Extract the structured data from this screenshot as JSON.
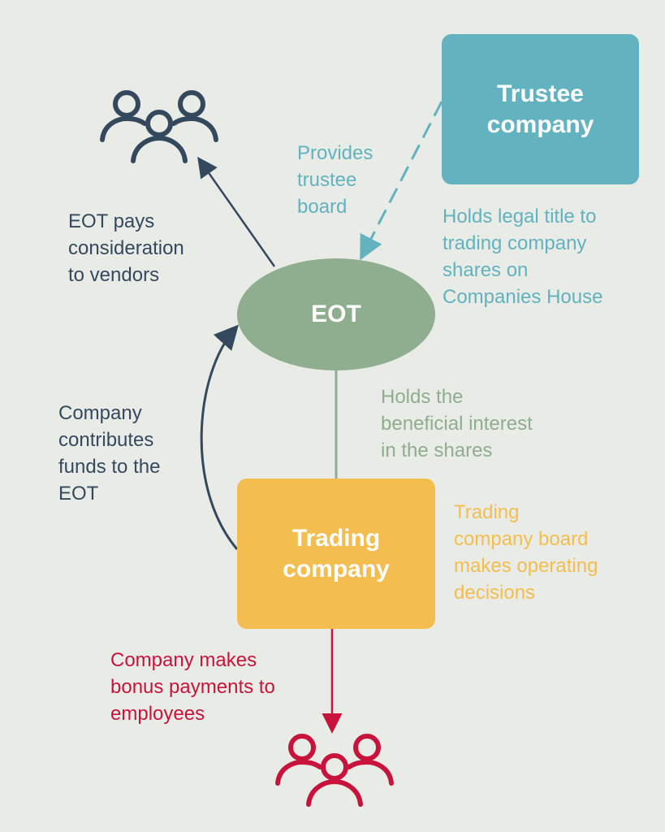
{
  "colors": {
    "background": "#e9ece6",
    "trustee": "#62b2bf",
    "eot": "#8fad8f",
    "trading": "#f3bd4f",
    "dark": "#34495e",
    "red": "#c8143c"
  },
  "nodes": {
    "trustee": {
      "line1": "Trustee",
      "line2": "company"
    },
    "eot": {
      "label": "EOT"
    },
    "trading": {
      "line1": "Trading",
      "line2": "company"
    }
  },
  "labels": {
    "provides_board": [
      "Provides",
      "trustee",
      "board"
    ],
    "legal_title": [
      "Holds legal title to",
      "trading company",
      "shares on",
      "Companies House"
    ],
    "pays_vendors": [
      "EOT pays",
      "consideration",
      "to vendors"
    ],
    "beneficial": [
      "Holds the",
      "beneficial interest",
      "in the shares"
    ],
    "contributes": [
      "Company",
      "contributes",
      "funds to the",
      "EOT"
    ],
    "board_decisions": [
      "Trading",
      "company board",
      "makes operating",
      "decisions"
    ],
    "bonus": [
      "Company makes",
      "bonus payments to",
      "employees"
    ]
  },
  "icons": {
    "vendors": "people-group-icon",
    "employees": "people-group-icon"
  }
}
